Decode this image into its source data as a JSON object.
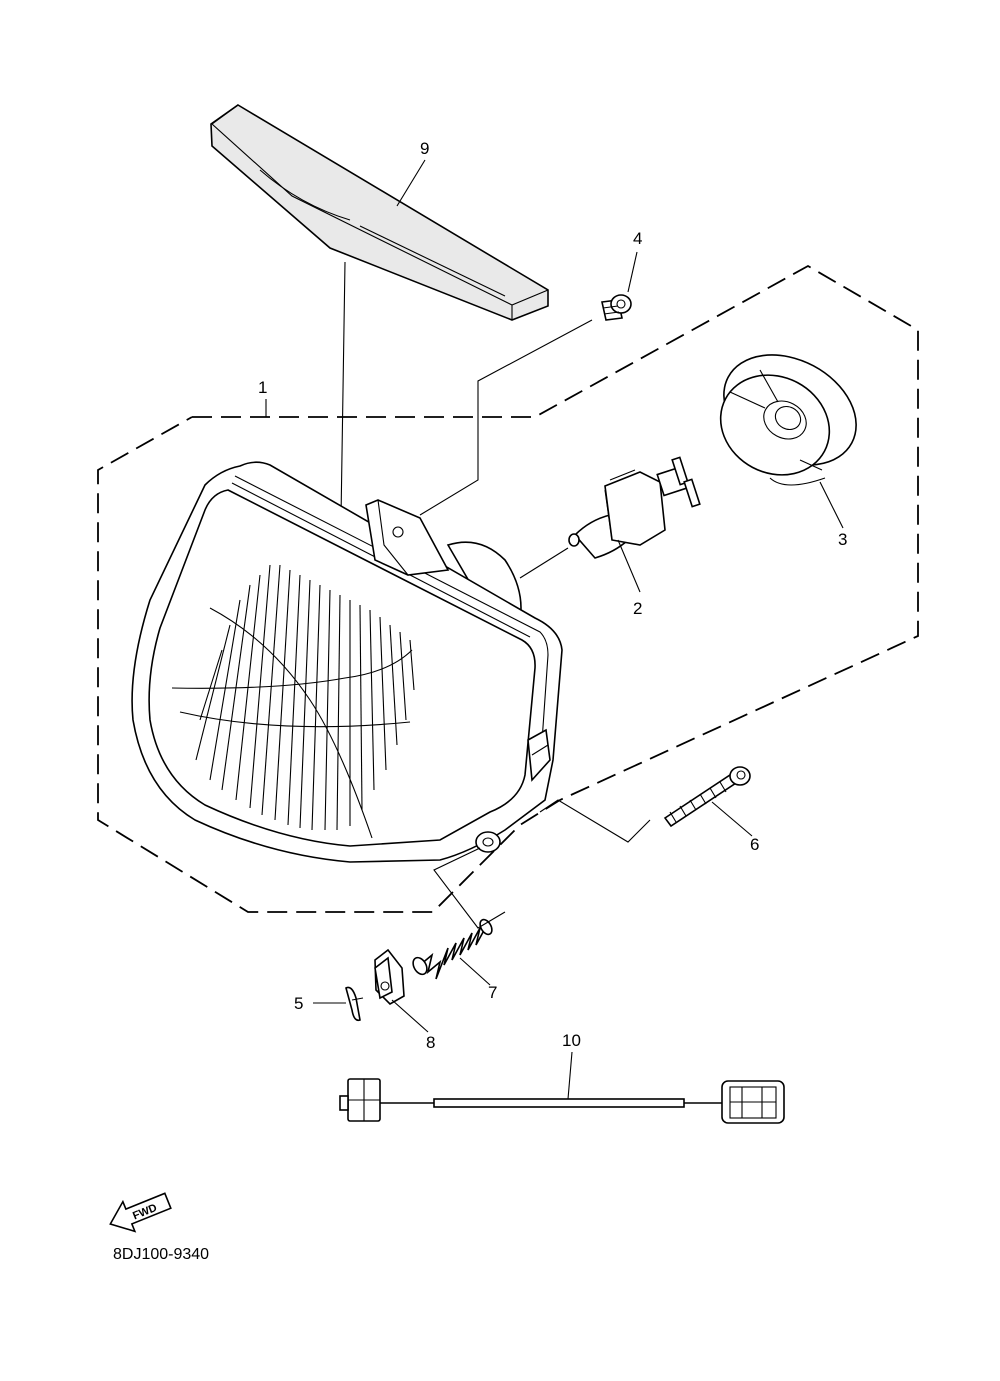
{
  "diagram": {
    "drawing_number": "8DJ100-9340",
    "fwd_label": "FWD",
    "callouts": {
      "c1": "1",
      "c2": "2",
      "c3": "3",
      "c4": "4",
      "c5": "5",
      "c6": "6",
      "c7": "7",
      "c8": "8",
      "c9": "9",
      "c10": "10"
    }
  }
}
